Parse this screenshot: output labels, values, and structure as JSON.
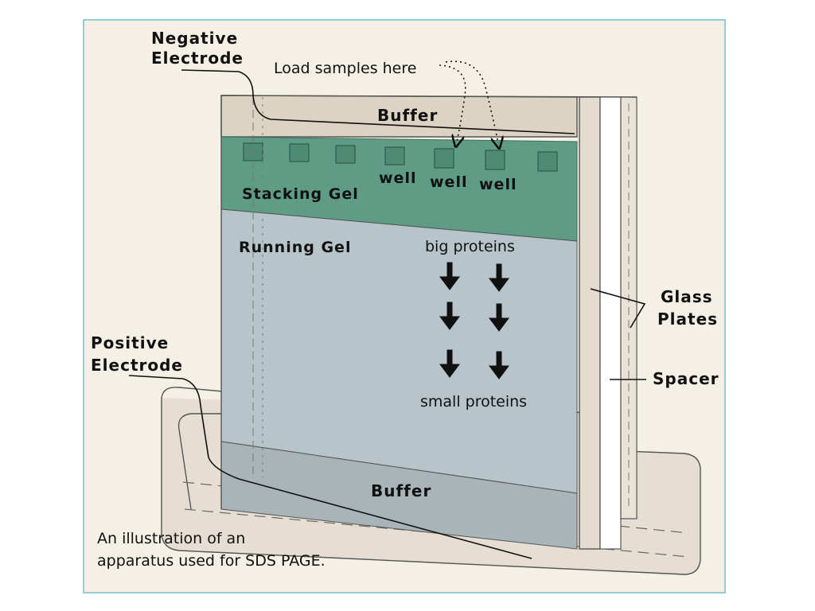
{
  "labels": {
    "negative_electrode_1": "Negative",
    "negative_electrode_2": "Electrode",
    "load_samples": "Load samples here",
    "buffer_top": "Buffer",
    "well_1": "well",
    "well_2": "well",
    "well_3": "well",
    "stacking_gel": "Stacking Gel",
    "running_gel": "Running Gel",
    "big_proteins": "big proteins",
    "small_proteins": "small proteins",
    "glass_plates_1": "Glass",
    "glass_plates_2": "Plates",
    "spacer": "Spacer",
    "positive_electrode_1": "Positive",
    "positive_electrode_2": "Electrode",
    "buffer_bottom": "Buffer",
    "caption_1": "An illustration of an",
    "caption_2": "apparatus used for SDS PAGE."
  },
  "colors": {
    "stacking_gel": "#5e9c86",
    "running_gel": "#b7c4c9",
    "buffer": "#ddd3c3",
    "frame_border": "#8fd0d8"
  }
}
